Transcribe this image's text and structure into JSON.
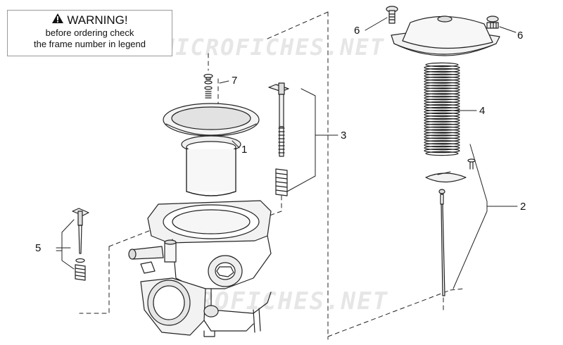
{
  "warning": {
    "title": "WARNING!",
    "line1": "before ordering check",
    "line2": "the frame number in legend"
  },
  "watermark": {
    "text": "MICROFICHES.NET"
  },
  "callouts": [
    "1",
    "2",
    "3",
    "4",
    "5",
    "6",
    "6",
    "7"
  ],
  "colors": {
    "line": "#222222",
    "fill": "#f4f4f4",
    "shade": "#d8d8d8",
    "watermark": "#e6e6e6"
  }
}
